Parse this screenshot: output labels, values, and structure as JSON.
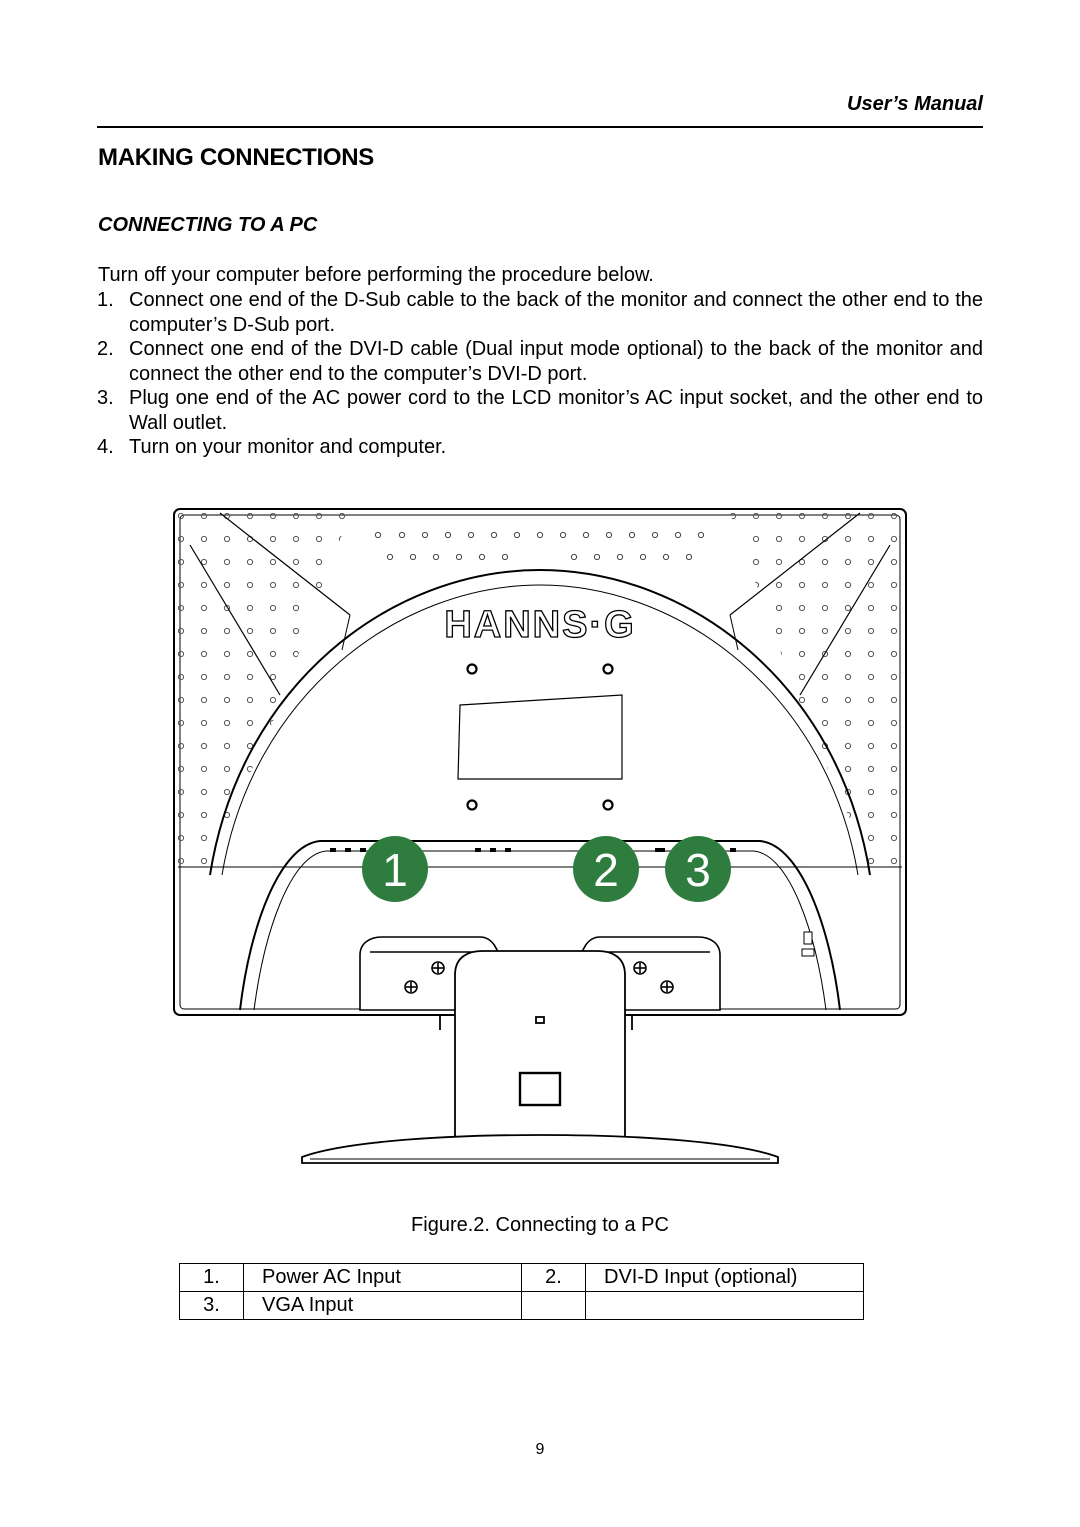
{
  "header": {
    "title": "User’s Manual"
  },
  "page_title": "MAKING CONNECTIONS",
  "section_title": "CONNECTING TO A PC",
  "intro": "Turn off your computer before performing the procedure below.",
  "steps": [
    {
      "num": "1.",
      "text": "Connect one end of the D-Sub cable to the back of the monitor and connect the other end to the computer’s D-Sub port."
    },
    {
      "num": "2.",
      "text": "Connect one end of the DVI-D cable (Dual input mode optional) to the back of the monitor and connect the other end to the computer’s DVI-D port."
    },
    {
      "num": "3.",
      "text": "Plug one end of the AC power cord to the LCD monitor’s AC input socket, and the other end to Wall outlet."
    },
    {
      "num": "4.",
      "text": "Turn on your monitor and computer."
    }
  ],
  "figure": {
    "brand_logo": "HANNS·G",
    "callouts": [
      "1",
      "2",
      "3"
    ],
    "callout_color": "#2e7d3e",
    "caption": "Figure.2. Connecting to a PC"
  },
  "legend": {
    "rows": [
      {
        "n1": "1.",
        "l1": "Power AC Input",
        "n2": "2.",
        "l2": "DVI-D Input (optional)"
      },
      {
        "n1": "3.",
        "l1": "VGA Input",
        "n2": "",
        "l2": ""
      }
    ]
  },
  "page_number": "9"
}
